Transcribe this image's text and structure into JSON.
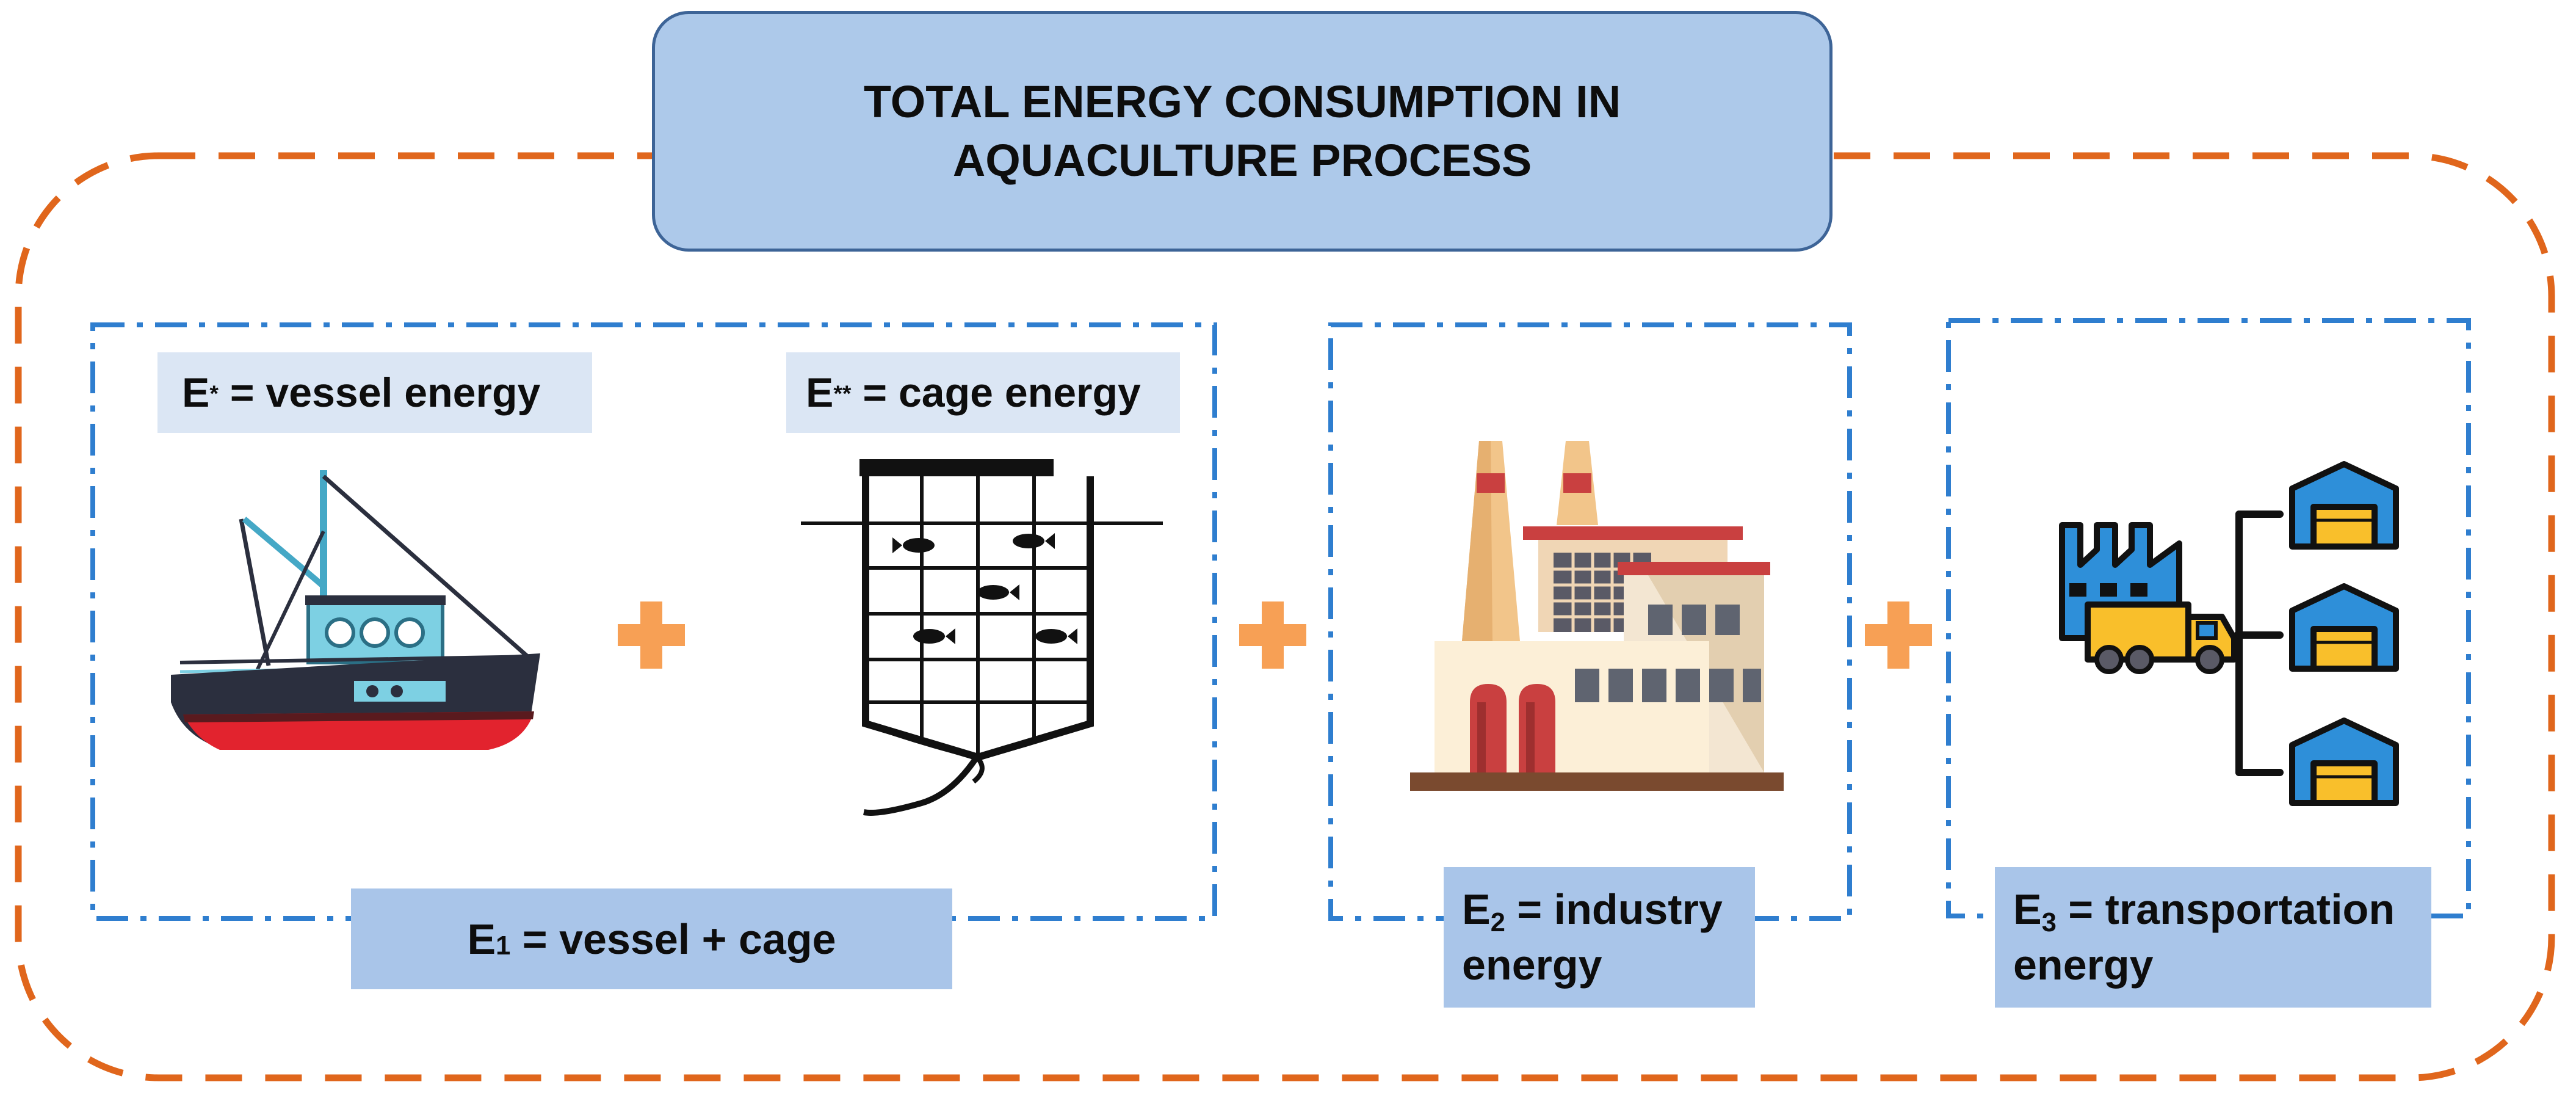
{
  "title": "TOTAL ENERGY CONSUMPTION IN AQUACULTURE PROCESS",
  "vessel_label": {
    "symbol": "E",
    "marker": "*",
    "text": "= vessel energy"
  },
  "cage_label": {
    "symbol": "E",
    "marker": "**",
    "text": "= cage energy"
  },
  "e1_label": {
    "symbol": "E",
    "sub": "1",
    "text": "= vessel + cage"
  },
  "e2_label": {
    "symbol": "E",
    "sub": "2",
    "line1": "= industry",
    "line2": "energy"
  },
  "e3_label": {
    "symbol": "E",
    "sub": "3",
    "line1": "= transportation",
    "line2": "energy"
  },
  "colors": {
    "outer_dash": "#e0661c",
    "inner_dashdot": "#2f7ecf",
    "title_fill": "#adc9ea",
    "title_border": "#3d6497",
    "plus": "#f7a055",
    "label_light": "#dbe6f4",
    "label_mid": "#a9c5e9"
  },
  "icons": [
    "fishing-boat-icon",
    "fish-cage-icon",
    "factory-icon",
    "distribution-warehouse-icon",
    "plus-icon"
  ]
}
